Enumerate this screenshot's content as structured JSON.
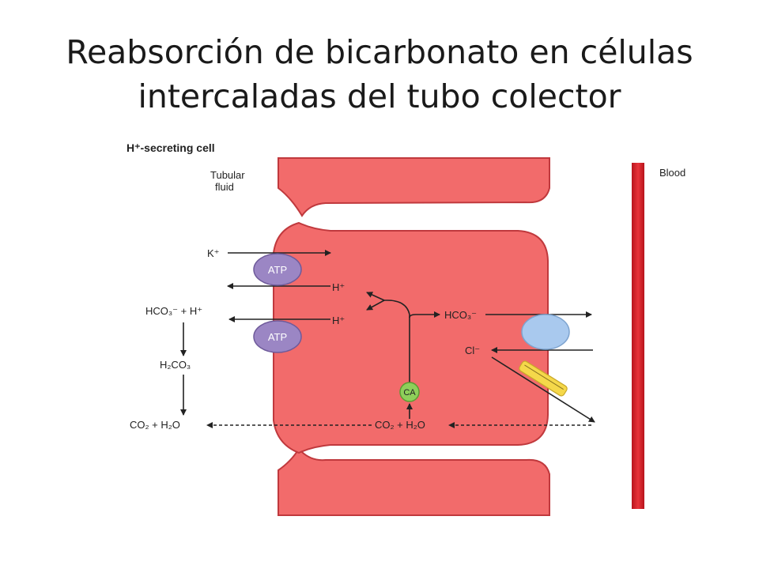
{
  "slide": {
    "title_line1": "Reabsorción de bicarbonato en células",
    "title_line2": "intercaladas del tubo colector"
  },
  "diagram": {
    "cell_title": "H⁺-secreting cell",
    "tubular_fluid_line1": "Tubular",
    "tubular_fluid_line2": "fluid",
    "blood": "Blood",
    "lumen": {
      "k": "K⁺",
      "hco3_plus_h": "HCO₃⁻ + H⁺",
      "h2co3": "H₂CO₃",
      "co2_h2o": "CO₂ + H₂O"
    },
    "pumps": {
      "atp_top": "ATP",
      "atp_bottom": "ATP"
    },
    "cell": {
      "h_top": "H⁺",
      "h_bottom": "H⁺",
      "hco3": "HCO₃⁻",
      "cl": "Cl⁻",
      "ca": "CA",
      "co2_h2o": "CO₂ + H₂O"
    },
    "colors": {
      "cell_fill": "#f26b6b",
      "blood_vessel": "#d9222a",
      "atp_pump": "#9b86c4",
      "exchanger": "#a9c9ee",
      "carbonic_anhydrase": "#8ecf5a",
      "channel": "#f5d84a"
    }
  }
}
